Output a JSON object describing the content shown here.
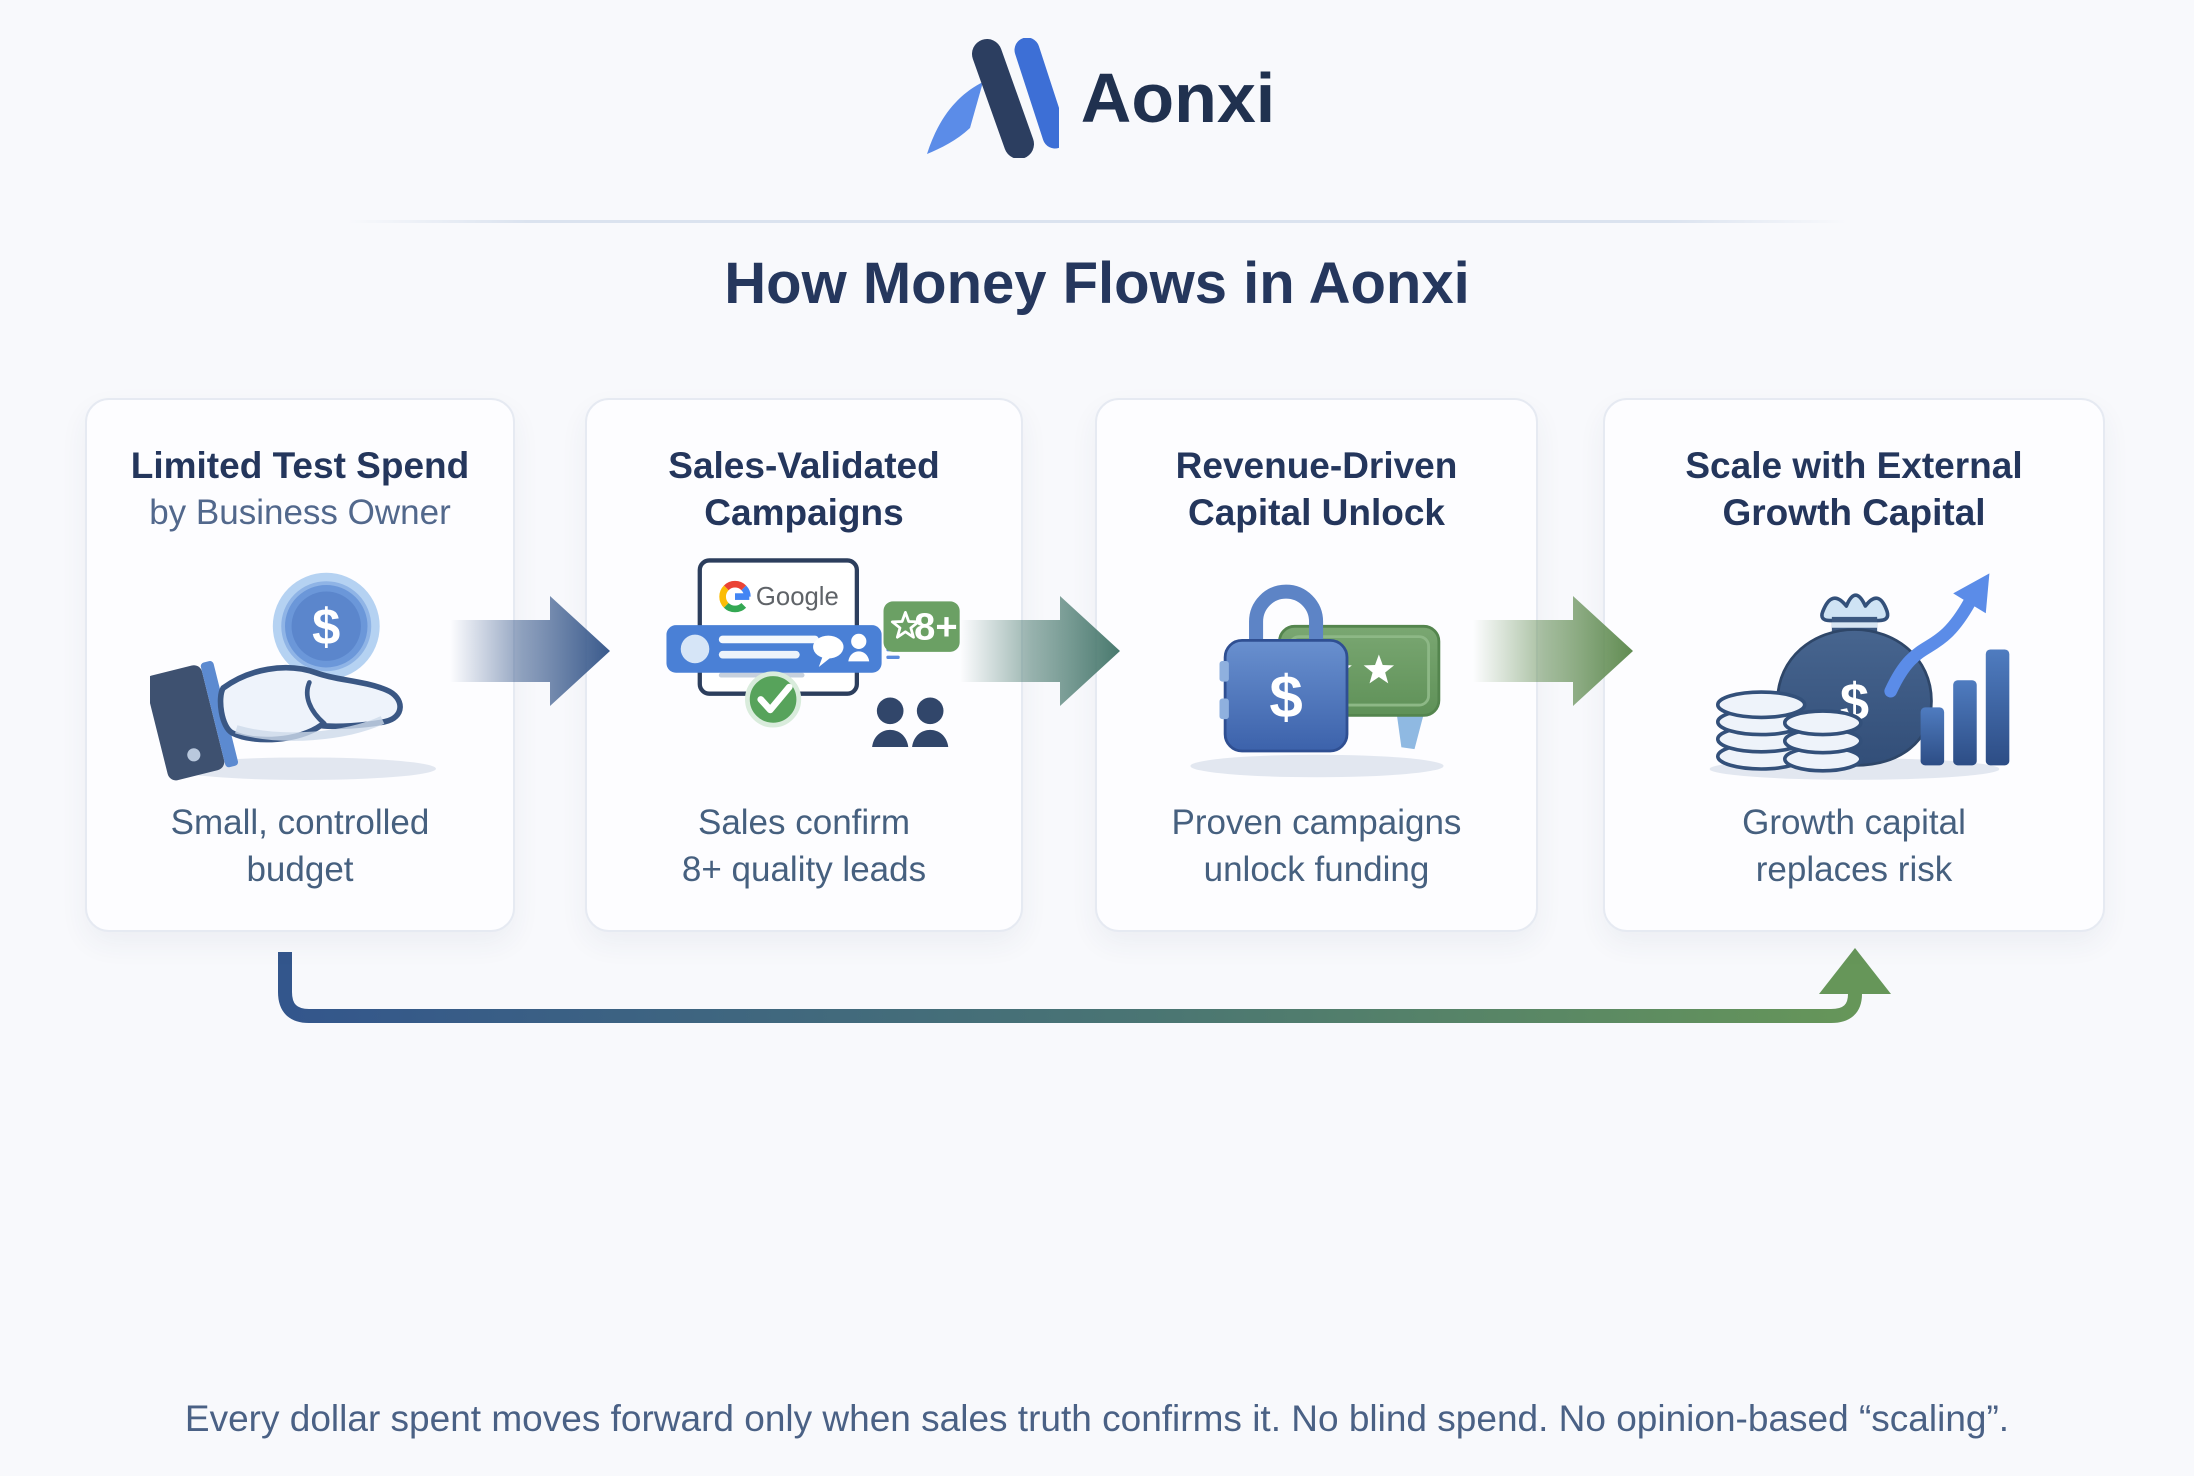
{
  "brand": {
    "name": "Aonxi"
  },
  "page_title": "How Money Flows in Aonxi",
  "steps": [
    {
      "title": "Limited Test Spend",
      "subtitle": "by Business Owner",
      "caption": "Small, controlled\nbudget",
      "icon": "hand-coin-icon",
      "icon_text": {
        "dollar": "$"
      }
    },
    {
      "title": "Sales-Validated\nCampaigns",
      "caption": "Sales confirm\n8+ quality leads",
      "icon": "validated-ads-icon",
      "icon_text": {
        "google": "Google",
        "badge": "8+"
      }
    },
    {
      "title": "Revenue-Driven\nCapital Unlock",
      "caption": "Proven campaigns\nunlock funding",
      "icon": "dollar-lock-icon",
      "icon_text": {
        "dollar": "$"
      }
    },
    {
      "title": "Scale with External\nGrowth Capital",
      "caption": "Growth capital\nreplaces risk",
      "icon": "growth-capital-icon",
      "icon_text": {
        "dollar": "$"
      }
    }
  ],
  "footer": "Every dollar spent moves forward only when sales truth confirms it.  No blind spend.  No opinion-based “scaling”.",
  "colors": {
    "background": "#f8f9fc",
    "navy_text": "#24365c",
    "muted_text": "#4c6286",
    "arrow_blue": "#3a5a8c",
    "arrow_teal": "#49796e",
    "arrow_green": "#618c52",
    "loop_start": "#33568c",
    "loop_end": "#669659",
    "badge_green": "#6ba064",
    "check_green": "#57a35b",
    "banner_blue": "#4a80d6",
    "coin_blue": "#5d8bd3"
  }
}
